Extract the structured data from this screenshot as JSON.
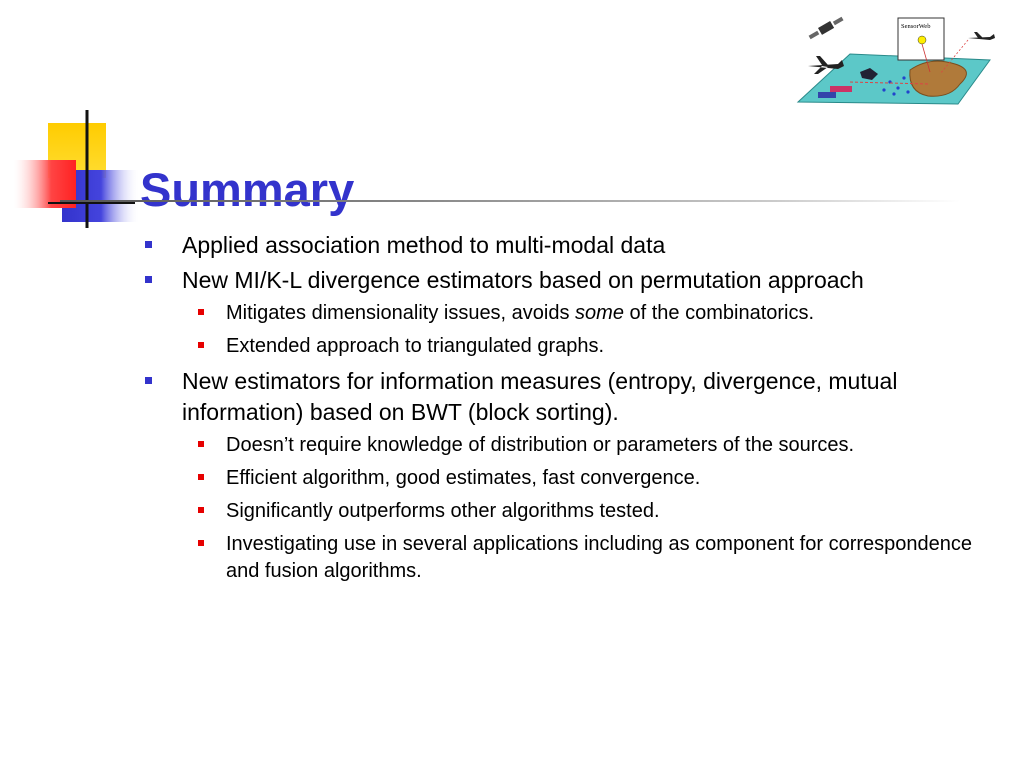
{
  "slide": {
    "title": "Summary",
    "bullets": [
      {
        "text": "Applied association method to multi-modal data",
        "sub": []
      },
      {
        "text": "New MI/K-L divergence estimators based on permutation approach",
        "sub": [
          {
            "before": "Mitigates dimensionality issues, avoids ",
            "em": "some",
            "after": " of the combinatorics."
          },
          {
            "text": "Extended approach to triangulated graphs."
          }
        ]
      },
      {
        "text": "New estimators for information measures (entropy, divergence, mutual information) based on BWT (block sorting).",
        "sub": [
          {
            "text": "Doesn’t require knowledge of distribution or parameters of the sources."
          },
          {
            "text": "Efficient algorithm, good estimates, fast convergence."
          },
          {
            "text": "Significantly outperforms other algorithms tested."
          },
          {
            "text": "Investigating use in several applications including as component for correspondence and fusion algorithms."
          }
        ]
      }
    ]
  },
  "logo": {
    "label": "SensorWeb"
  },
  "colors": {
    "title": "#3333cc",
    "bullet_level1": "#3333cc",
    "bullet_level2": "#e60000",
    "deco_yellow": "#ffcc00",
    "deco_blue": "#3333cc",
    "deco_red": "#ff3333"
  }
}
